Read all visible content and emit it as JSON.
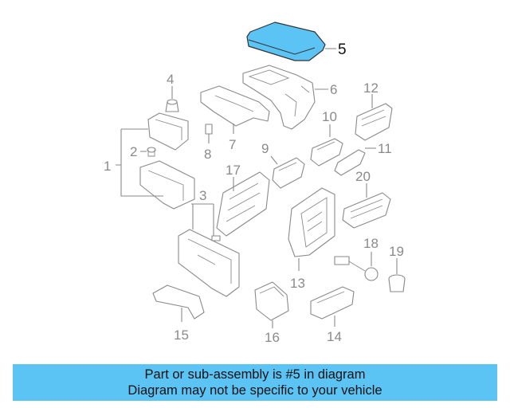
{
  "highlight_color": "#5bc4f5",
  "highlighted_part": "5",
  "callouts": {
    "p1": "1",
    "p2": "2",
    "p3": "3",
    "p4": "4",
    "p5": "5",
    "p6": "6",
    "p7": "7",
    "p8": "8",
    "p9": "9",
    "p10": "10",
    "p11": "11",
    "p12": "12",
    "p13": "13",
    "p14": "14",
    "p15": "15",
    "p16": "16",
    "p17": "17",
    "p18": "18",
    "p19": "19",
    "p20": "20"
  },
  "banner": {
    "line1": "Part or sub-assembly is #5 in diagram",
    "line2": "Diagram may not be specific to your vehicle"
  }
}
